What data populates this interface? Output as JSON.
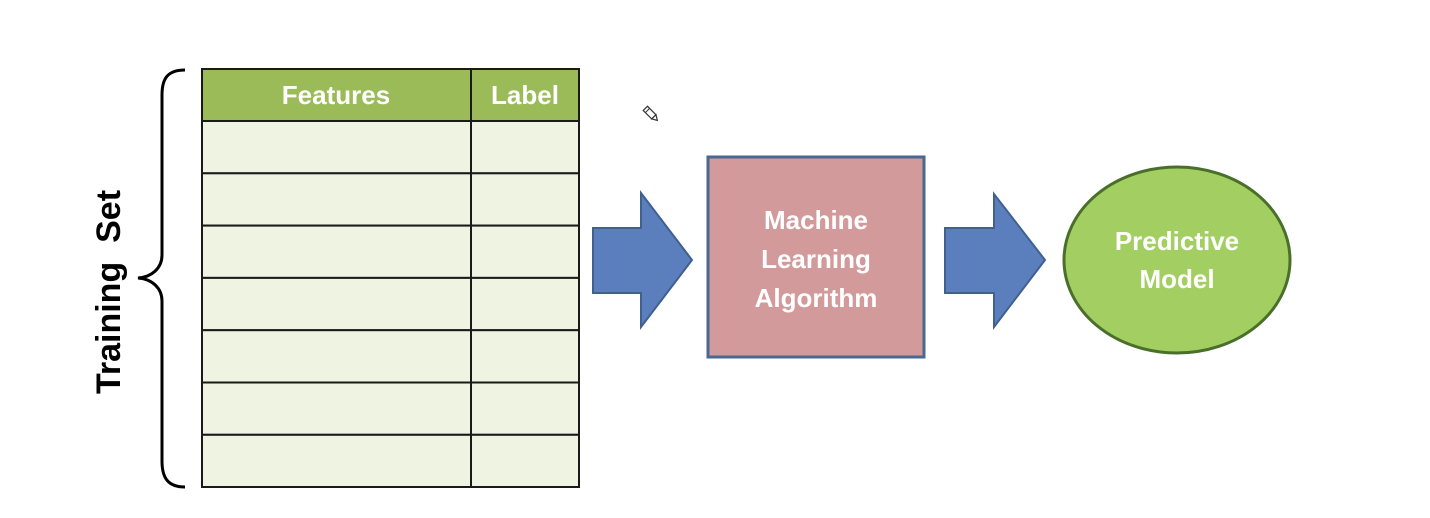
{
  "training_set": {
    "label": "Training  Set",
    "brace_color": "#000000"
  },
  "table": {
    "headers": [
      "Features",
      "Label"
    ],
    "empty_rows": 7,
    "header_color": "#9bbb59",
    "cell_color": "#eef3e2",
    "header_text_color": "#ffffff"
  },
  "algorithm_box": {
    "lines": [
      "Machine",
      "Learning",
      "Algorithm"
    ],
    "fill": "#d29a9a",
    "border": "#4a6791",
    "text_color": "#ffffff"
  },
  "model_ellipse": {
    "lines": [
      "Predictive",
      "Model"
    ],
    "fill": "#a3cf62",
    "border": "#4a6f2a",
    "text_color": "#ffffff"
  },
  "arrows": {
    "fill": "#5b7fbd",
    "border": "#41608f"
  },
  "icons": {
    "cursor": "pencil-icon"
  }
}
